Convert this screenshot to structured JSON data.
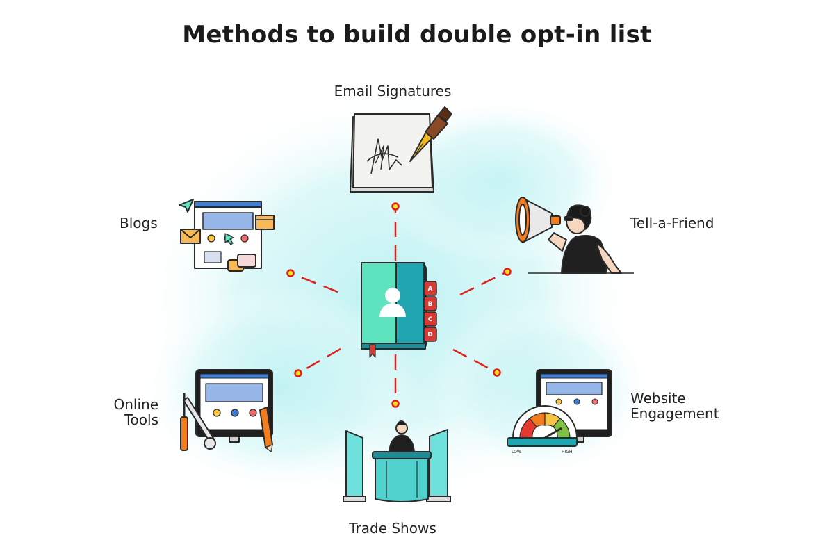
{
  "title": "Methods to build double opt-in list",
  "center": {
    "icon": "address-book-icon",
    "tabs": [
      "A",
      "B",
      "C",
      "D"
    ]
  },
  "methods": [
    {
      "key": "email",
      "label": "Email Signatures",
      "icon": "signature-pen-icon"
    },
    {
      "key": "tell",
      "label": "Tell-a-Friend",
      "icon": "megaphone-woman-icon"
    },
    {
      "key": "web",
      "label": "Website Engagement",
      "lines": [
        "Website",
        "Engagement"
      ],
      "icon": "monitor-gauge-icon"
    },
    {
      "key": "trade",
      "label": "Trade Shows",
      "icon": "trade-booth-icon"
    },
    {
      "key": "online",
      "label": "Online Tools",
      "lines": [
        "Online",
        "Tools"
      ],
      "icon": "monitor-tools-icon"
    },
    {
      "key": "blogs",
      "label": "Blogs",
      "icon": "blog-webpage-icon"
    }
  ],
  "gauge": {
    "low": "LOW",
    "high": "HIGH"
  },
  "colors": {
    "connector": "#e0201d",
    "node_fill": "#f7e11a",
    "wash": "#c8f3f3",
    "book_left": "#5ee3bf",
    "book_right": "#21a5b0",
    "book_tabs": "#d53a34"
  }
}
